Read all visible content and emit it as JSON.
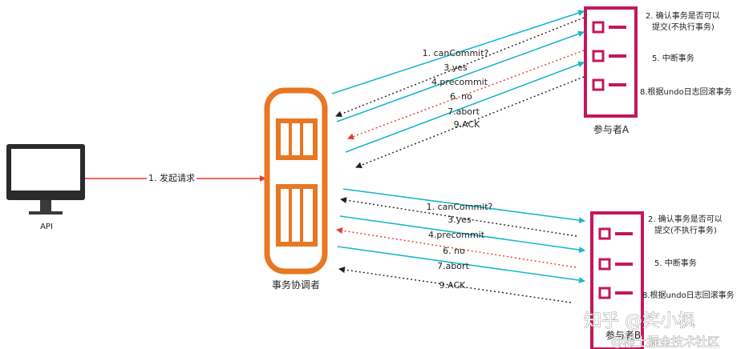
{
  "api": {
    "label": "API"
  },
  "request": {
    "label": "1. 发起请求"
  },
  "coordinator": {
    "label": "事务协调者"
  },
  "participant_a": {
    "label": "参与者A",
    "notes": [
      "2. 确认事务是否可以",
      "提交(不执行事务)",
      "5. 中断事务",
      "8.根据undo日志回滚事务"
    ]
  },
  "participant_b": {
    "label": "参与者B",
    "notes": [
      "2. 确认事务是否可以",
      "提交(不执行事务)",
      "5. 中断事务",
      "8.根据undo日志回滚事务"
    ]
  },
  "messages_a": [
    "1. canCommit?",
    "3.yes",
    "4.precommit",
    "6. no",
    "7.abort",
    "9.ACK"
  ],
  "messages_b": [
    "1. canCommit?",
    "3.yes",
    "4.precommit",
    "6. no",
    "7.abort",
    "9.ACK"
  ],
  "watermark": {
    "line1": "知乎 @笑小枫",
    "line2": "@稀土掘金技术社区"
  },
  "colors": {
    "request": "#e53935",
    "solid_arrow": "#19b7c8",
    "dotted_arrow": "#222222",
    "no_arrow": "#e53935",
    "coordinator": "#e87722",
    "participant": "#c2185b"
  },
  "icons": {
    "computer": "monitor-icon",
    "coordinator": "server-icon",
    "participant": "checklist-icon"
  }
}
